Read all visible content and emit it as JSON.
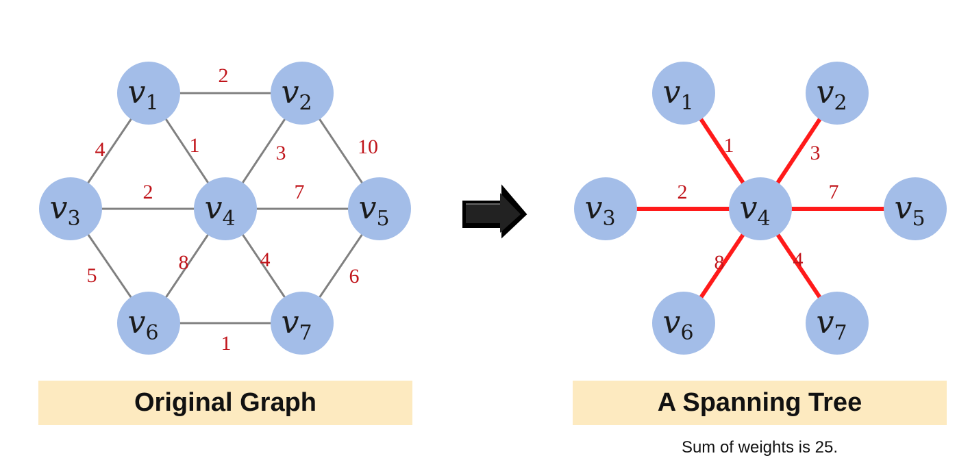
{
  "colors": {
    "node_fill": "#a3bde8",
    "gray_edge": "#808080",
    "tree_edge": "#ff1a1a",
    "weight_text": "#c0141a",
    "caption_bg": "#fdeac0"
  },
  "arrow_icon": "right-arrow-icon",
  "original_graph": {
    "caption": "Original Graph",
    "nodes": [
      {
        "id": "v1",
        "letter": "v",
        "sub": "1"
      },
      {
        "id": "v2",
        "letter": "v",
        "sub": "2"
      },
      {
        "id": "v3",
        "letter": "v",
        "sub": "3"
      },
      {
        "id": "v4",
        "letter": "v",
        "sub": "4"
      },
      {
        "id": "v5",
        "letter": "v",
        "sub": "5"
      },
      {
        "id": "v6",
        "letter": "v",
        "sub": "6"
      },
      {
        "id": "v7",
        "letter": "v",
        "sub": "7"
      }
    ],
    "edges": [
      {
        "from": "v1",
        "to": "v2",
        "weight": "2"
      },
      {
        "from": "v1",
        "to": "v3",
        "weight": "4"
      },
      {
        "from": "v1",
        "to": "v4",
        "weight": "1"
      },
      {
        "from": "v2",
        "to": "v4",
        "weight": "3"
      },
      {
        "from": "v2",
        "to": "v5",
        "weight": "10"
      },
      {
        "from": "v3",
        "to": "v4",
        "weight": "2"
      },
      {
        "from": "v4",
        "to": "v5",
        "weight": "7"
      },
      {
        "from": "v3",
        "to": "v6",
        "weight": "5"
      },
      {
        "from": "v4",
        "to": "v6",
        "weight": "8"
      },
      {
        "from": "v4",
        "to": "v7",
        "weight": "4"
      },
      {
        "from": "v5",
        "to": "v7",
        "weight": "6"
      },
      {
        "from": "v6",
        "to": "v7",
        "weight": "1"
      }
    ]
  },
  "spanning_tree": {
    "caption": "A Spanning Tree",
    "note": "Sum of weights is 25.",
    "nodes": [
      {
        "id": "v1",
        "letter": "v",
        "sub": "1"
      },
      {
        "id": "v2",
        "letter": "v",
        "sub": "2"
      },
      {
        "id": "v3",
        "letter": "v",
        "sub": "3"
      },
      {
        "id": "v4",
        "letter": "v",
        "sub": "4"
      },
      {
        "id": "v5",
        "letter": "v",
        "sub": "5"
      },
      {
        "id": "v6",
        "letter": "v",
        "sub": "6"
      },
      {
        "id": "v7",
        "letter": "v",
        "sub": "7"
      }
    ],
    "edges": [
      {
        "from": "v4",
        "to": "v1",
        "weight": "1"
      },
      {
        "from": "v4",
        "to": "v2",
        "weight": "3"
      },
      {
        "from": "v4",
        "to": "v3",
        "weight": "2"
      },
      {
        "from": "v4",
        "to": "v5",
        "weight": "7"
      },
      {
        "from": "v4",
        "to": "v6",
        "weight": "8"
      },
      {
        "from": "v4",
        "to": "v7",
        "weight": "4"
      }
    ]
  }
}
